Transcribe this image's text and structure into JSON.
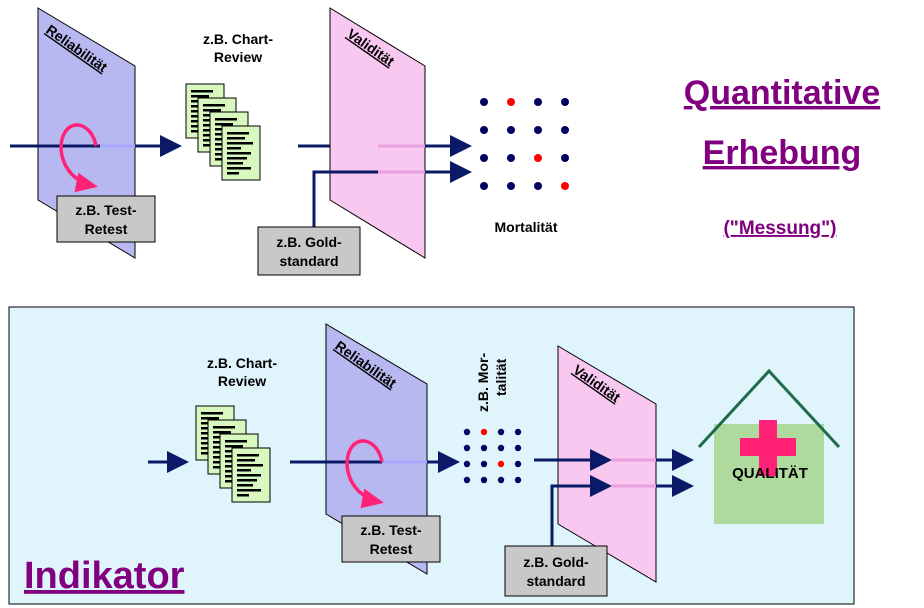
{
  "top": {
    "plate1_label": "Reliabilität",
    "chart_review_line1": "z.B. Chart-",
    "chart_review_line2": "Review",
    "plate2_label": "Validität",
    "test_retest_line1": "z.B. Test-",
    "test_retest_line2": "Retest",
    "gold_line1": "z.B. Gold-",
    "gold_line2": "standard",
    "mortality_label": "Mortalität"
  },
  "side_title": {
    "line1": "Quantitative",
    "line2": "Erhebung",
    "line3": "(\"Messung\")"
  },
  "bottom": {
    "chart_review_line1": "z.B. Chart-",
    "chart_review_line2": "Review",
    "plate1_label": "Reliabilität",
    "mort_line1": "z.B. Mor-",
    "mort_line2": "talität",
    "plate2_label": "Validität",
    "test_retest_line1": "z.B. Test-",
    "test_retest_line2": "Retest",
    "gold_line1": "z.B. Gold-",
    "gold_line2": "standard",
    "quality_label": "QUALITÄT",
    "indicator_title": "Indikator"
  },
  "colors": {
    "arrow_navy": "#0a1a66",
    "plate_reliability": "#b8b8f0",
    "plate_validity": "#f8c8f0",
    "title_purple": "#800080",
    "loop_pink": "#ff2277",
    "dot_red": "#ff0000",
    "dot_navy": "#000060",
    "panel_bg": "#dff4fb",
    "doc_green": "#d8f8c0",
    "house_green": "#aedb9d",
    "house_roof": "#1f6b4a",
    "cross_red": "#ff2277",
    "label_box": "#c8c8c8"
  }
}
